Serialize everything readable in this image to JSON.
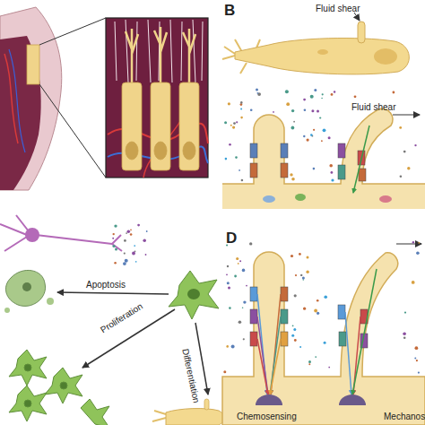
{
  "diagram": {
    "labels": [
      "B",
      "Fluid shear",
      "Fluid shear",
      "Apoptosis",
      "Proliferation",
      "Differentiation",
      "D",
      "Chemosensing",
      "Mechanos"
    ]
  }
}
